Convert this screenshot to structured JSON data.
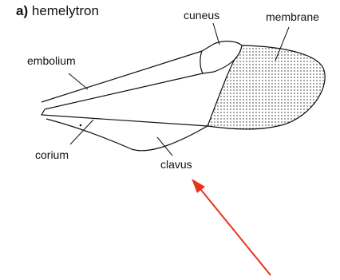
{
  "figure": {
    "panel_letter": "a)",
    "title": "hemelytron",
    "labels": {
      "embolium": "embolium",
      "cuneus": "cuneus",
      "membrane": "membrane",
      "corium": "corium",
      "clavus": "clavus"
    },
    "arrow_color": "#e8341c"
  }
}
